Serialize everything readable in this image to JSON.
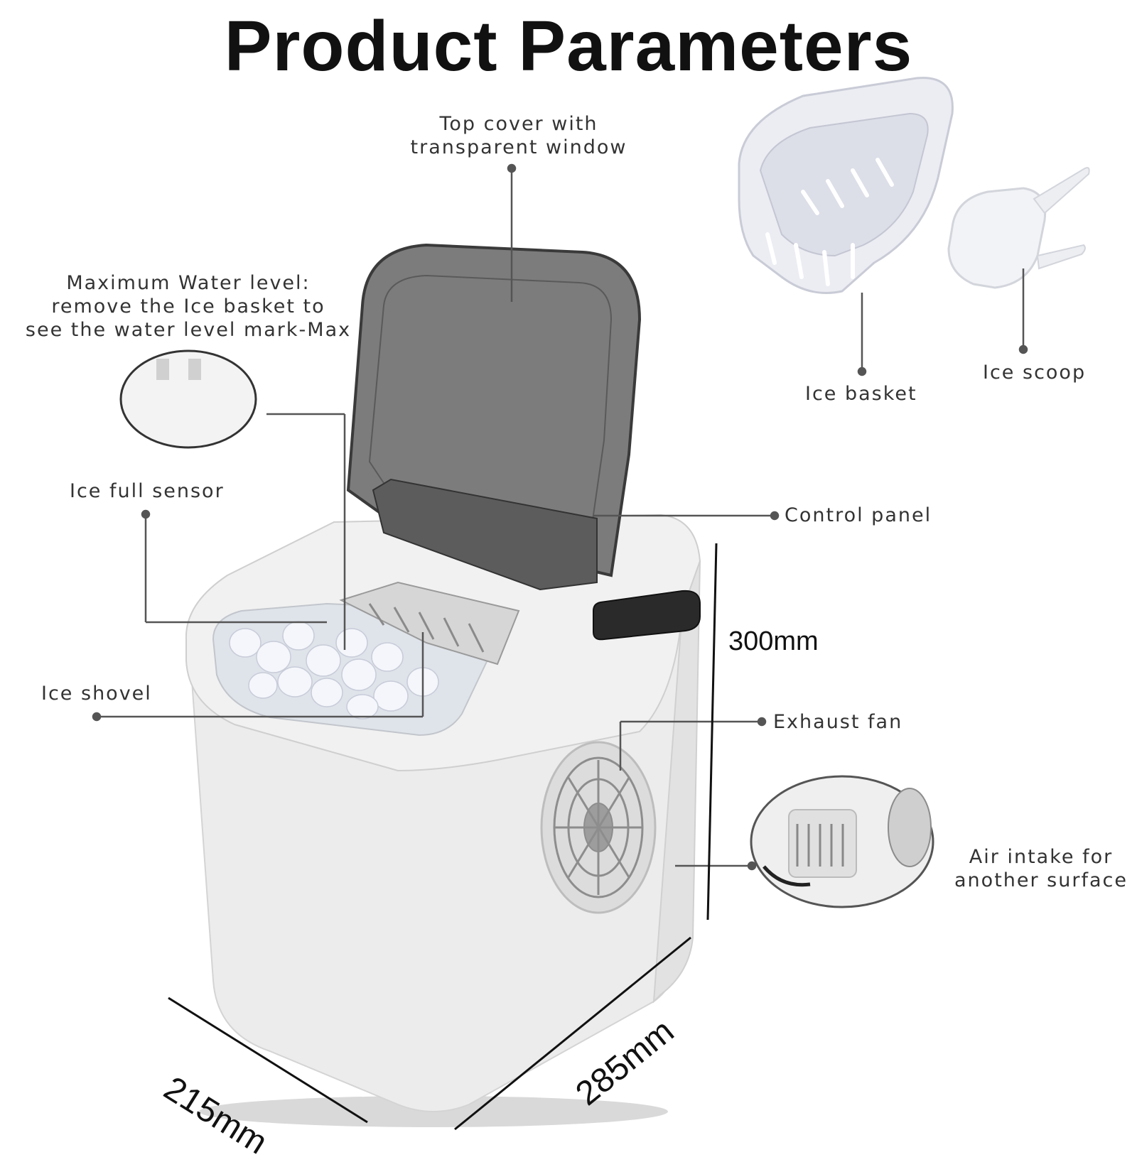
{
  "title": "Product Parameters",
  "callouts": {
    "top_cover": [
      "Top cover with",
      "transparent window"
    ],
    "max_water": [
      "Maximum Water level:",
      "remove the Ice basket to",
      "see the water level mark-Max"
    ],
    "ice_full_sensor": "Ice full sensor",
    "ice_shovel": "Ice shovel",
    "control_panel": "Control panel",
    "exhaust_fan": "Exhaust fan",
    "air_intake": [
      "Air intake for",
      "another surface"
    ],
    "ice_basket": "Ice basket",
    "ice_scoop": "Ice scoop"
  },
  "dimensions": {
    "height": "300mm",
    "width": "215mm",
    "depth": "285mm"
  },
  "colors": {
    "title": "#111111",
    "label": "#333333",
    "leader_line": "#555555",
    "body": "#e9e9e9",
    "lid": "#6e6e6e",
    "handle": "#2a2a2a"
  }
}
